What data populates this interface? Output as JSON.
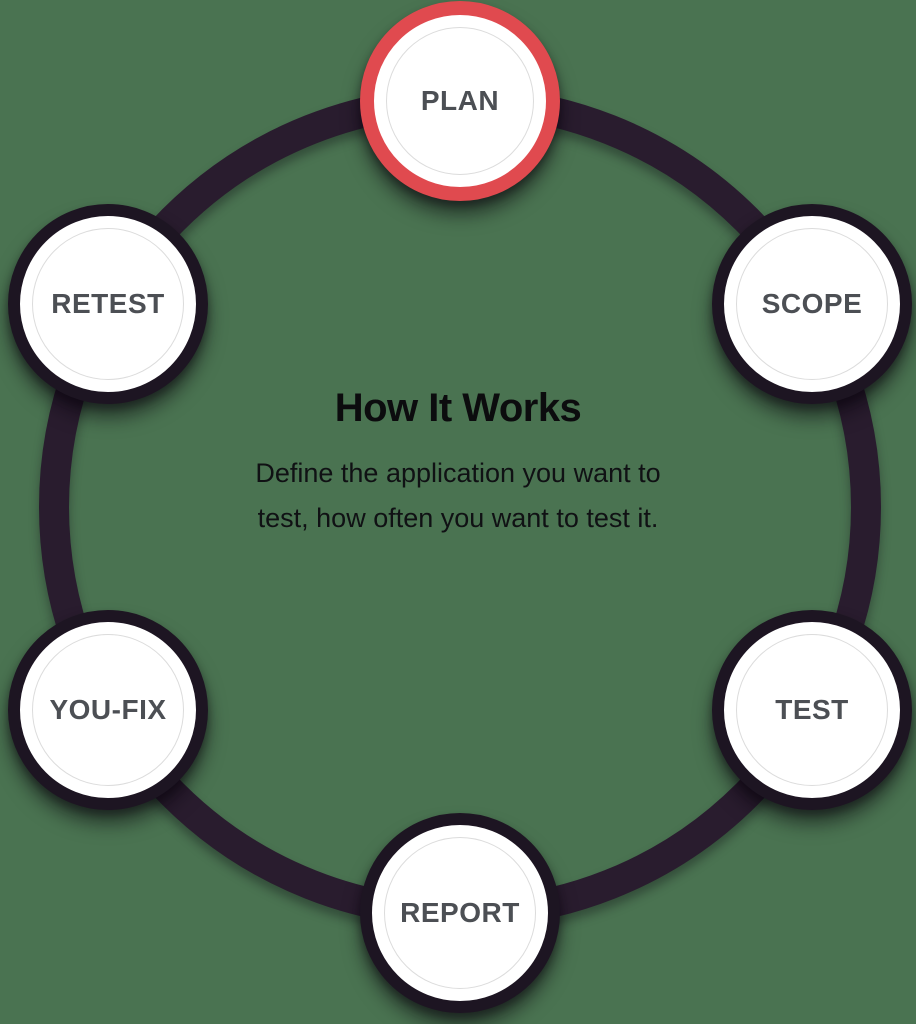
{
  "colors": {
    "background": "#4A7351",
    "ring": "#291C2E",
    "node_ring": "#1D1522",
    "active_ring": "#E04A4F",
    "node_fill": "#FFFFFF",
    "node_label": "#4C4F54",
    "inner_circle_outline": "#DCDCDC",
    "heading": "#0C0C0E",
    "body": "#101114"
  },
  "center": {
    "title": "How It Works",
    "description": "Define the application you want to test, how often you want to test it."
  },
  "steps": [
    {
      "label": "PLAN",
      "active": true,
      "position": "top"
    },
    {
      "label": "SCOPE",
      "active": false,
      "position": "top-right"
    },
    {
      "label": "TEST",
      "active": false,
      "position": "bottom-right"
    },
    {
      "label": "REPORT",
      "active": false,
      "position": "bottom"
    },
    {
      "label": "YOU-FIX",
      "active": false,
      "position": "bottom-left"
    },
    {
      "label": "RETEST",
      "active": false,
      "position": "top-left"
    }
  ]
}
